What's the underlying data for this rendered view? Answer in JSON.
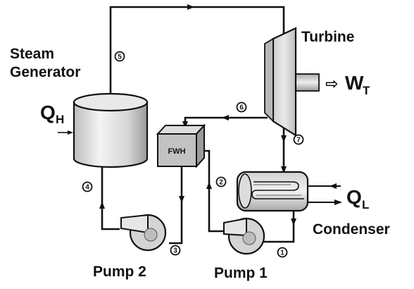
{
  "labels": {
    "steam_generator_line1": "Steam",
    "steam_generator_line2": "Generator",
    "turbine": "Turbine",
    "condenser": "Condenser",
    "pump2": "Pump 2",
    "pump1": "Pump 1",
    "fwh": "FWH"
  },
  "heat_and_work": {
    "qh_symbol": "Q",
    "qh_sub": "H",
    "wt_symbol": "W",
    "wt_sub": "T",
    "ql_symbol": "Q",
    "ql_sub": "L",
    "wt_arrow": "⇨"
  },
  "states": {
    "s1": "1",
    "s2": "2",
    "s3": "3",
    "s4": "4",
    "s5": "5",
    "s6": "6",
    "s7": "7"
  },
  "colors": {
    "line": "#111111",
    "shade_light": "#eeeeee",
    "shade_mid": "#c8c8c8",
    "shade_dark": "#888888"
  }
}
